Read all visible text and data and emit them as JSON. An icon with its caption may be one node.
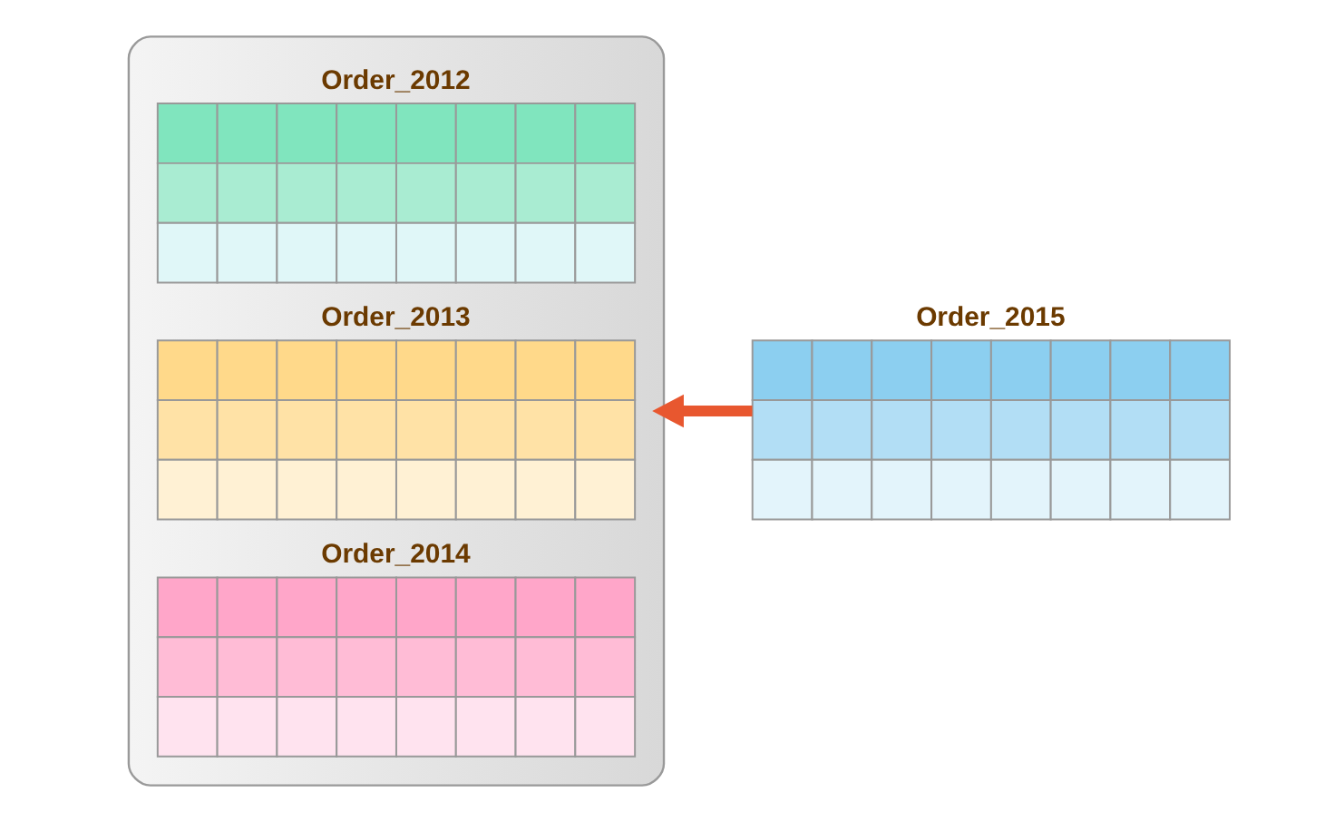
{
  "diagram": {
    "nodes": [
      {
        "text": [],
        "shape": "box"
      },
      {
        "text": [
          "Order_2012"
        ],
        "in": 0
      },
      {
        "text": [
          "Order_2013"
        ],
        "in": 0
      },
      {
        "text": [
          "Order_2014"
        ],
        "in": 0
      },
      {
        "text": [
          "Order_2015"
        ]
      }
    ],
    "edges": [
      {
        "from": 4,
        "to": 0,
        "arrow": "to"
      }
    ]
  }
}
